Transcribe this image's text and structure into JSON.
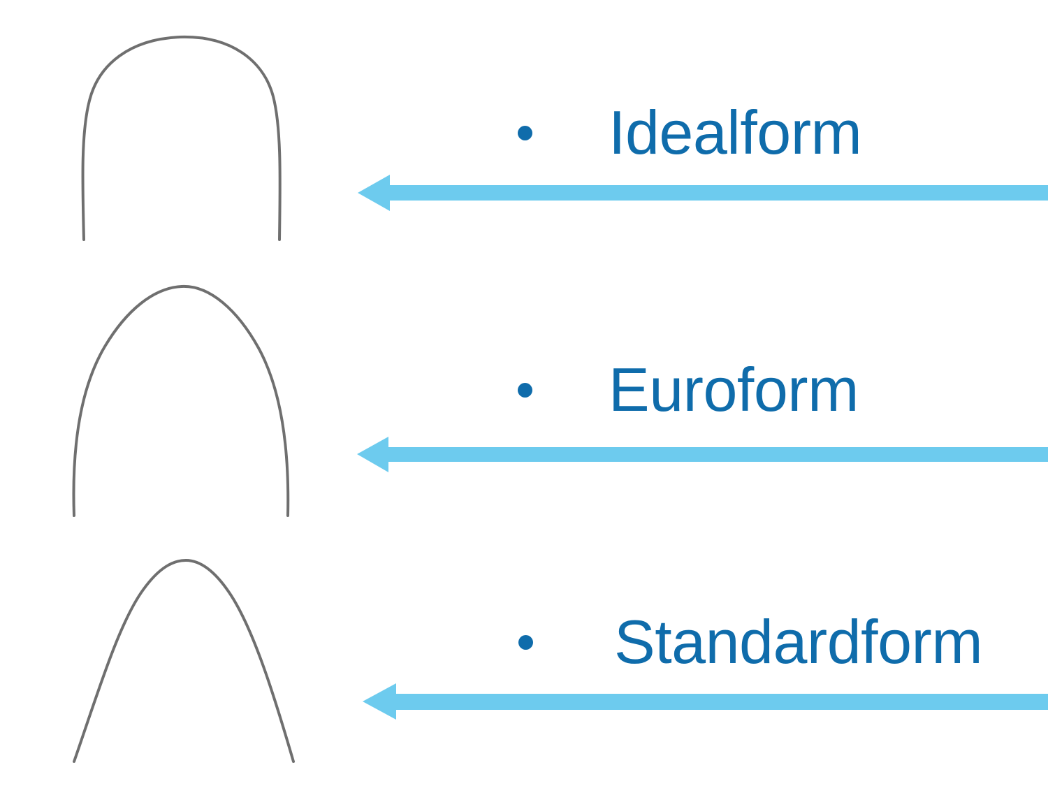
{
  "slide": {
    "background_color": "#ffffff",
    "accent_text_color": "#0f6cab",
    "arrow_color": "#6dcbee",
    "wire_color": "#6f6f6f"
  },
  "items": [
    {
      "label": "Idealform",
      "bullet": "filled-circle",
      "arch_shape": "square-u-shaped",
      "arrow_direction": "left"
    },
    {
      "label": "Euroform",
      "bullet": "filled-circle",
      "arch_shape": "ovoid-tapered",
      "arrow_direction": "left"
    },
    {
      "label": "Standardform",
      "bullet": "filled-circle",
      "arch_shape": "narrow-v-tapered",
      "arrow_direction": "left"
    }
  ]
}
